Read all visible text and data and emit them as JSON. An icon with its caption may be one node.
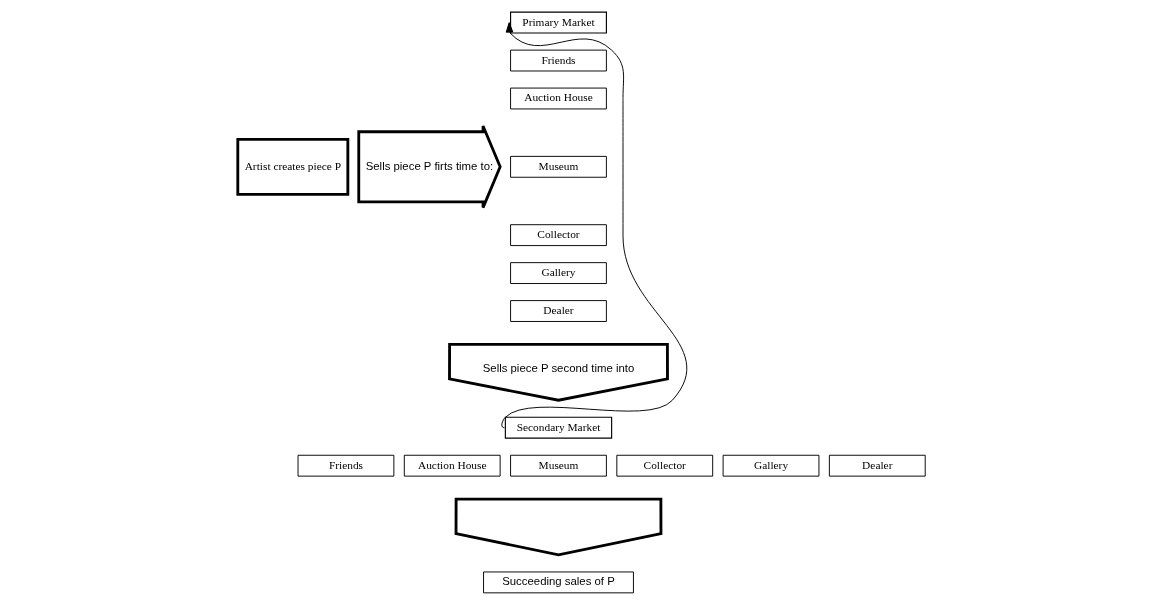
{
  "diagram": {
    "nodes": [
      {
        "text": [
          "Artist creates piece P"
        ]
      },
      {
        "text": [
          "Sells piece P firts time to:"
        ]
      },
      {
        "text": [
          "Primary Market"
        ]
      },
      {
        "text": [
          "Friends"
        ]
      },
      {
        "text": [
          "Auction House"
        ]
      },
      {
        "text": [
          "Museum"
        ]
      },
      {
        "text": [
          "Collector"
        ]
      },
      {
        "text": [
          "Gallery"
        ]
      },
      {
        "text": [
          "Dealer"
        ]
      },
      {
        "text": [
          "Sells piece P second time into"
        ]
      },
      {
        "text": [
          "Secondary Market"
        ]
      },
      {
        "text": [
          "Friends"
        ]
      },
      {
        "text": [
          "Auction House"
        ]
      },
      {
        "text": [
          "Museum"
        ]
      },
      {
        "text": [
          "Collector"
        ]
      },
      {
        "text": [
          "Gallery"
        ]
      },
      {
        "text": [
          "Dealer"
        ]
      },
      {
        "text": [],
        "shape": "arrow"
      },
      {
        "text": [
          "Succeeding sales of P"
        ]
      }
    ],
    "edges": [
      {
        "from": 10,
        "to": 2,
        "arrow": "to"
      }
    ]
  }
}
